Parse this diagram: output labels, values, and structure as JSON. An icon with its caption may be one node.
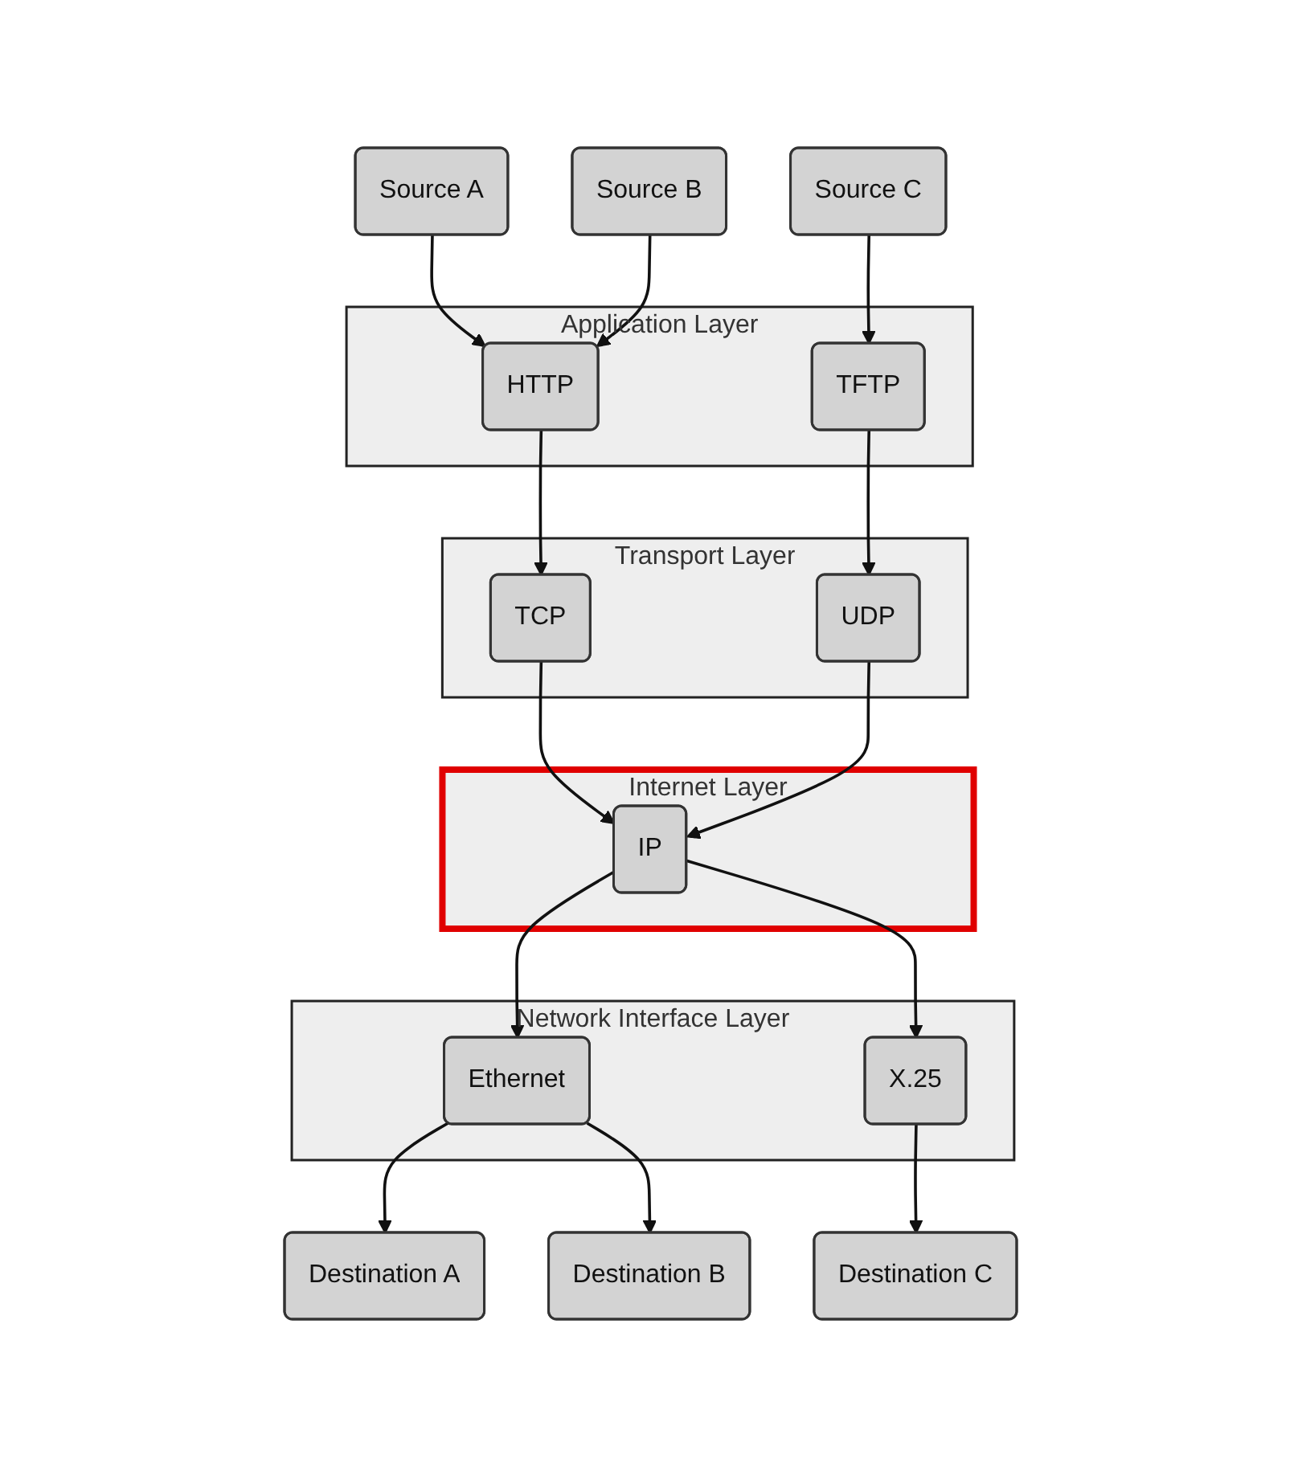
{
  "diagram": {
    "nodes": [
      {
        "text": [
          "Source A"
        ]
      },
      {
        "text": [
          "Source B"
        ]
      },
      {
        "text": [
          "Source C"
        ]
      },
      {
        "text": [
          "Application Layer"
        ]
      },
      {
        "text": [
          "HTTP"
        ],
        "in": 3
      },
      {
        "text": [
          "TFTP"
        ],
        "in": 3
      },
      {
        "text": [
          "Transport Layer"
        ]
      },
      {
        "text": [
          "TCP"
        ],
        "in": 6
      },
      {
        "text": [
          "UDP"
        ],
        "in": 6
      },
      {
        "text": [
          "Internet Layer"
        ]
      },
      {
        "text": [
          "IP"
        ],
        "in": 9
      },
      {
        "text": [
          "Network Interface Layer"
        ]
      },
      {
        "text": [
          "Ethernet"
        ],
        "in": 11
      },
      {
        "text": [
          "X.25"
        ],
        "in": 11
      },
      {
        "text": [
          "Destination A"
        ]
      },
      {
        "text": [
          "Destination B"
        ]
      },
      {
        "text": [
          "Destination C"
        ]
      }
    ],
    "edges": [
      {
        "from": 0,
        "to": 4,
        "arrow": "to"
      },
      {
        "from": 1,
        "to": 4,
        "arrow": "to"
      },
      {
        "from": 2,
        "to": 5,
        "arrow": "to"
      },
      {
        "from": 4,
        "to": 7,
        "arrow": "to"
      },
      {
        "from": 5,
        "to": 8,
        "arrow": "to"
      },
      {
        "from": 7,
        "to": 10,
        "arrow": "to"
      },
      {
        "from": 8,
        "to": 10,
        "arrow": "to"
      },
      {
        "from": 10,
        "to": 12,
        "arrow": "to"
      },
      {
        "from": 10,
        "to": 13,
        "arrow": "to"
      },
      {
        "from": 12,
        "to": 14,
        "arrow": "to"
      },
      {
        "from": 12,
        "to": 15,
        "arrow": "to"
      },
      {
        "from": 13,
        "to": 16,
        "arrow": "to"
      }
    ]
  }
}
